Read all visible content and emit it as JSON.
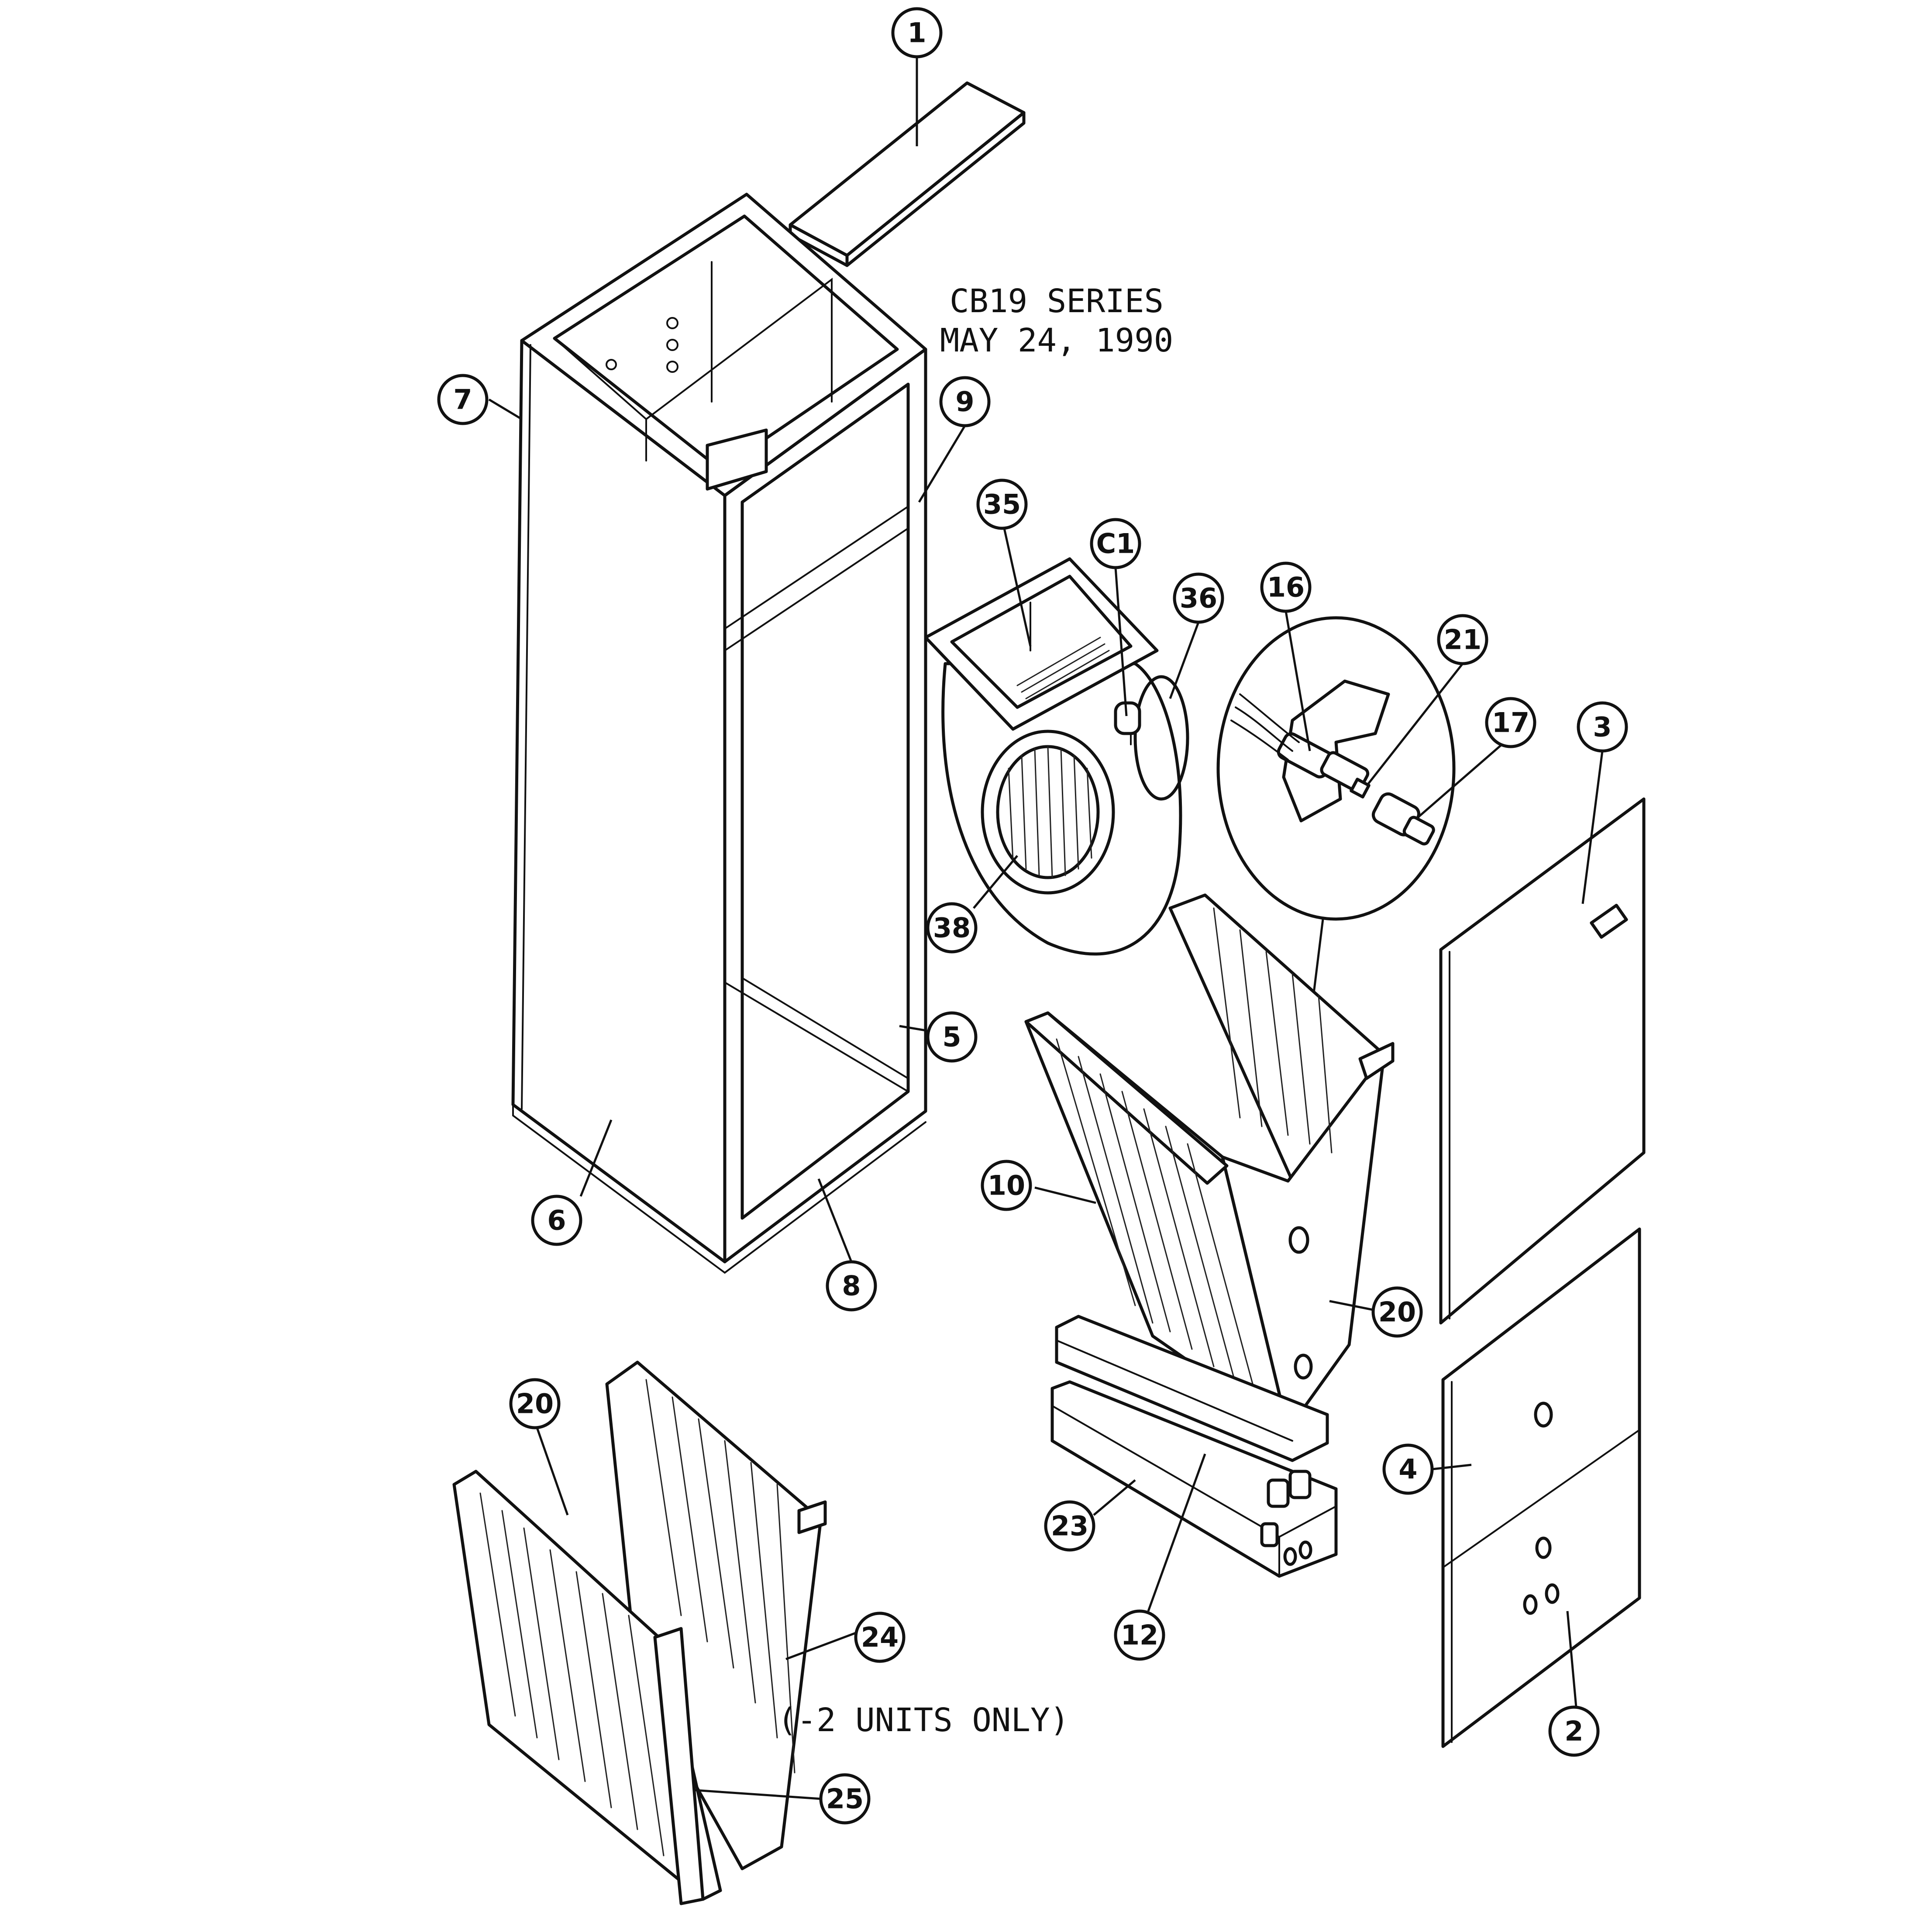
{
  "title": {
    "line1": "CB19 SERIES",
    "line2": "MAY 24, 1990"
  },
  "note": "(-2 UNITS ONLY)",
  "callouts": {
    "c1": "1",
    "c7": "7",
    "c9": "9",
    "c35": "35",
    "cC1": "C1",
    "c36": "36",
    "c16": "16",
    "c21": "21",
    "c17": "17",
    "c3": "3",
    "c38": "38",
    "c5": "5",
    "c6": "6",
    "c8": "8",
    "c10": "10",
    "c20a": "20",
    "c4": "4",
    "c20b": "20",
    "c23": "23",
    "c12": "12",
    "c24": "24",
    "c2": "2",
    "c25": "25"
  }
}
